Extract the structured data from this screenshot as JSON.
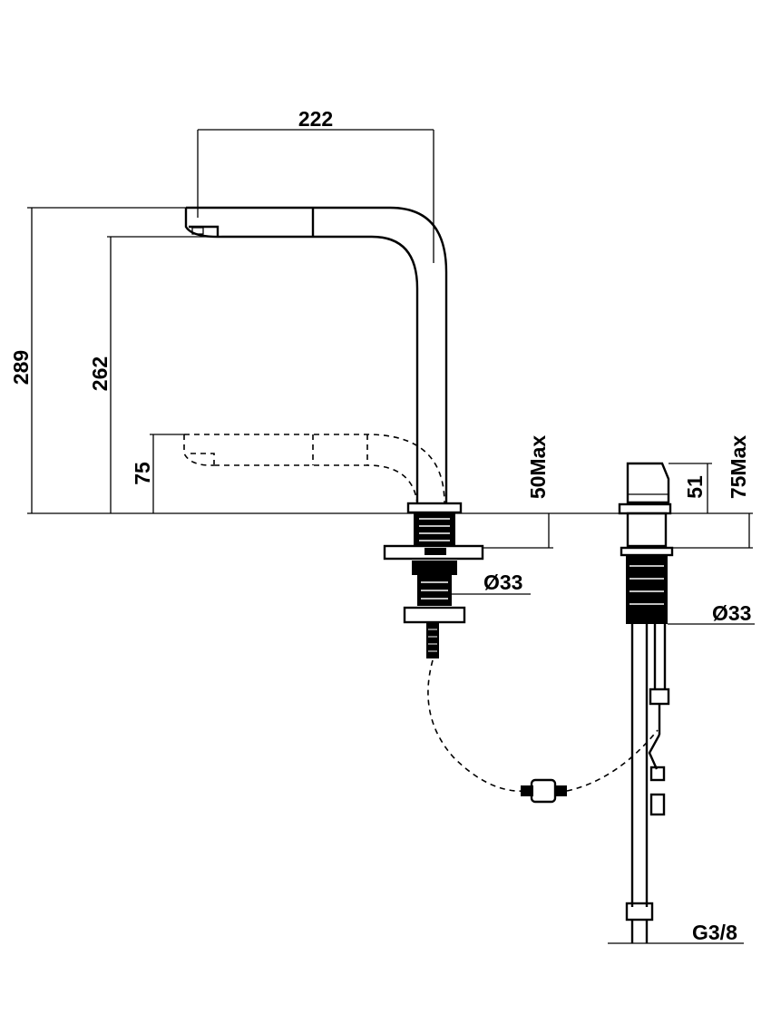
{
  "dimensions": {
    "width_222": "222",
    "height_289": "289",
    "height_262": "262",
    "height_75": "75",
    "max_50": "50Max",
    "dia_33_front": "Ø33",
    "height_51": "51",
    "max_75": "75Max",
    "dia_33_side": "Ø33",
    "thread_g38": "G3/8"
  }
}
